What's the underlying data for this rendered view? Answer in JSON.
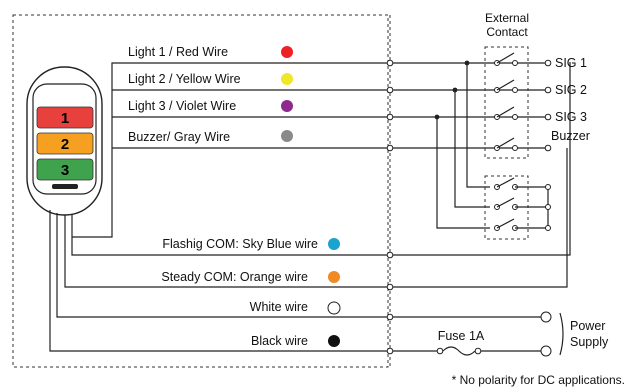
{
  "wires": [
    {
      "label": "Light 1 / Red Wire",
      "color": "#ee2222"
    },
    {
      "label": "Light 2 / Yellow Wire",
      "color": "#f0e62a"
    },
    {
      "label": "Light 3 / Violet Wire",
      "color": "#8e2a8e"
    },
    {
      "label": "Buzzer/ Gray Wire",
      "color": "#8a8a8a"
    },
    {
      "label": "Flashig COM: Sky Blue wire",
      "color": "#1aa3cc"
    },
    {
      "label": "Steady COM: Orange wire",
      "color": "#f08a24"
    },
    {
      "label": "White wire",
      "color": "#ffffff"
    },
    {
      "label": "Black wire",
      "color": "#111111"
    }
  ],
  "tower": {
    "segments": [
      {
        "number": "1",
        "color": "#e8413d"
      },
      {
        "number": "2",
        "color": "#f5a021"
      },
      {
        "number": "3",
        "color": "#3fa34d"
      }
    ]
  },
  "external_contact": {
    "line1": "External",
    "line2": "Contact"
  },
  "signals": [
    "SIG 1",
    "SIG 2",
    "SIG 3",
    "Buzzer"
  ],
  "fuse_label": "Fuse 1A",
  "power_supply": {
    "line1": "Power",
    "line2": "Supply"
  },
  "footnote": "* No polarity for DC applications."
}
